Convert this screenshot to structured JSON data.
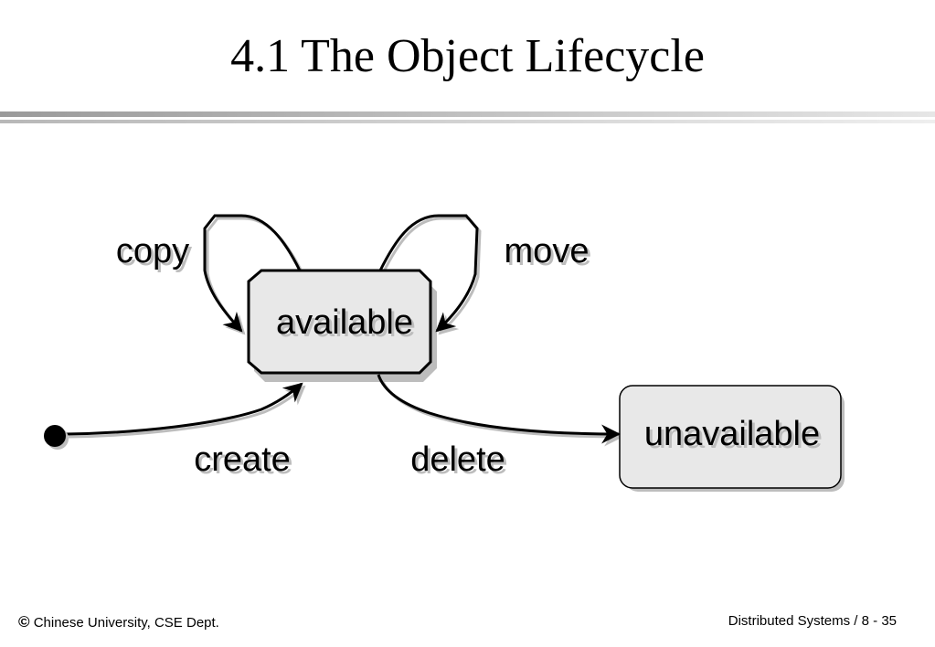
{
  "title": "4.1 The Object Lifecycle",
  "diagram": {
    "states": {
      "available": "available",
      "unavailable": "unavailable"
    },
    "transitions": {
      "copy": "copy",
      "move": "move",
      "create": "create",
      "delete": "delete"
    }
  },
  "footer": {
    "copyright_symbol": "©",
    "left": "Chinese University, CSE Dept.",
    "right": "Distributed Systems / 8 - 35"
  }
}
